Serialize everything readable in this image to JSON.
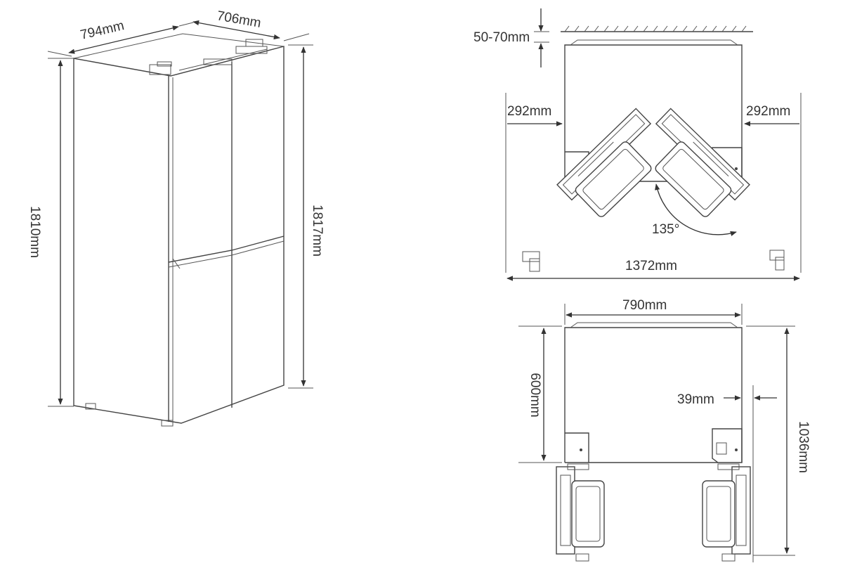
{
  "views": {
    "perspective": {
      "depth_label": "794mm",
      "width_label": "706mm",
      "height_label": "1810mm",
      "total_height_label": "1817mm"
    },
    "door_open": {
      "wall_gap_label": "50-70mm",
      "left_clearance_label": "292mm",
      "right_clearance_label": "292mm",
      "angle_label": "135°",
      "total_width_label": "1372mm"
    },
    "door_90": {
      "width_label": "790mm",
      "depth_label": "600mm",
      "side_gap_label": "39mm",
      "total_depth_label": "1036mm"
    }
  }
}
